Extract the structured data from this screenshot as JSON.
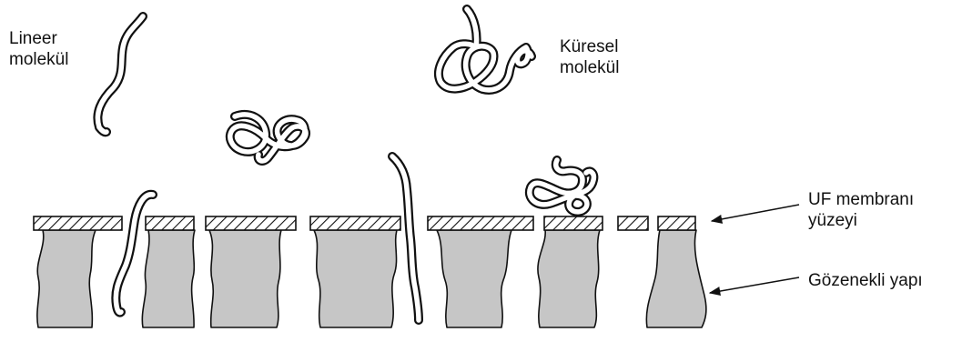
{
  "labels": {
    "linear_molecule": [
      "Lineer",
      "molekül"
    ],
    "globular_molecule": [
      "Küresel",
      "molekül"
    ],
    "membrane_surface": [
      "UF membranı",
      "yüzeyi"
    ],
    "porous_structure": [
      "Gözenekli yapı"
    ]
  }
}
